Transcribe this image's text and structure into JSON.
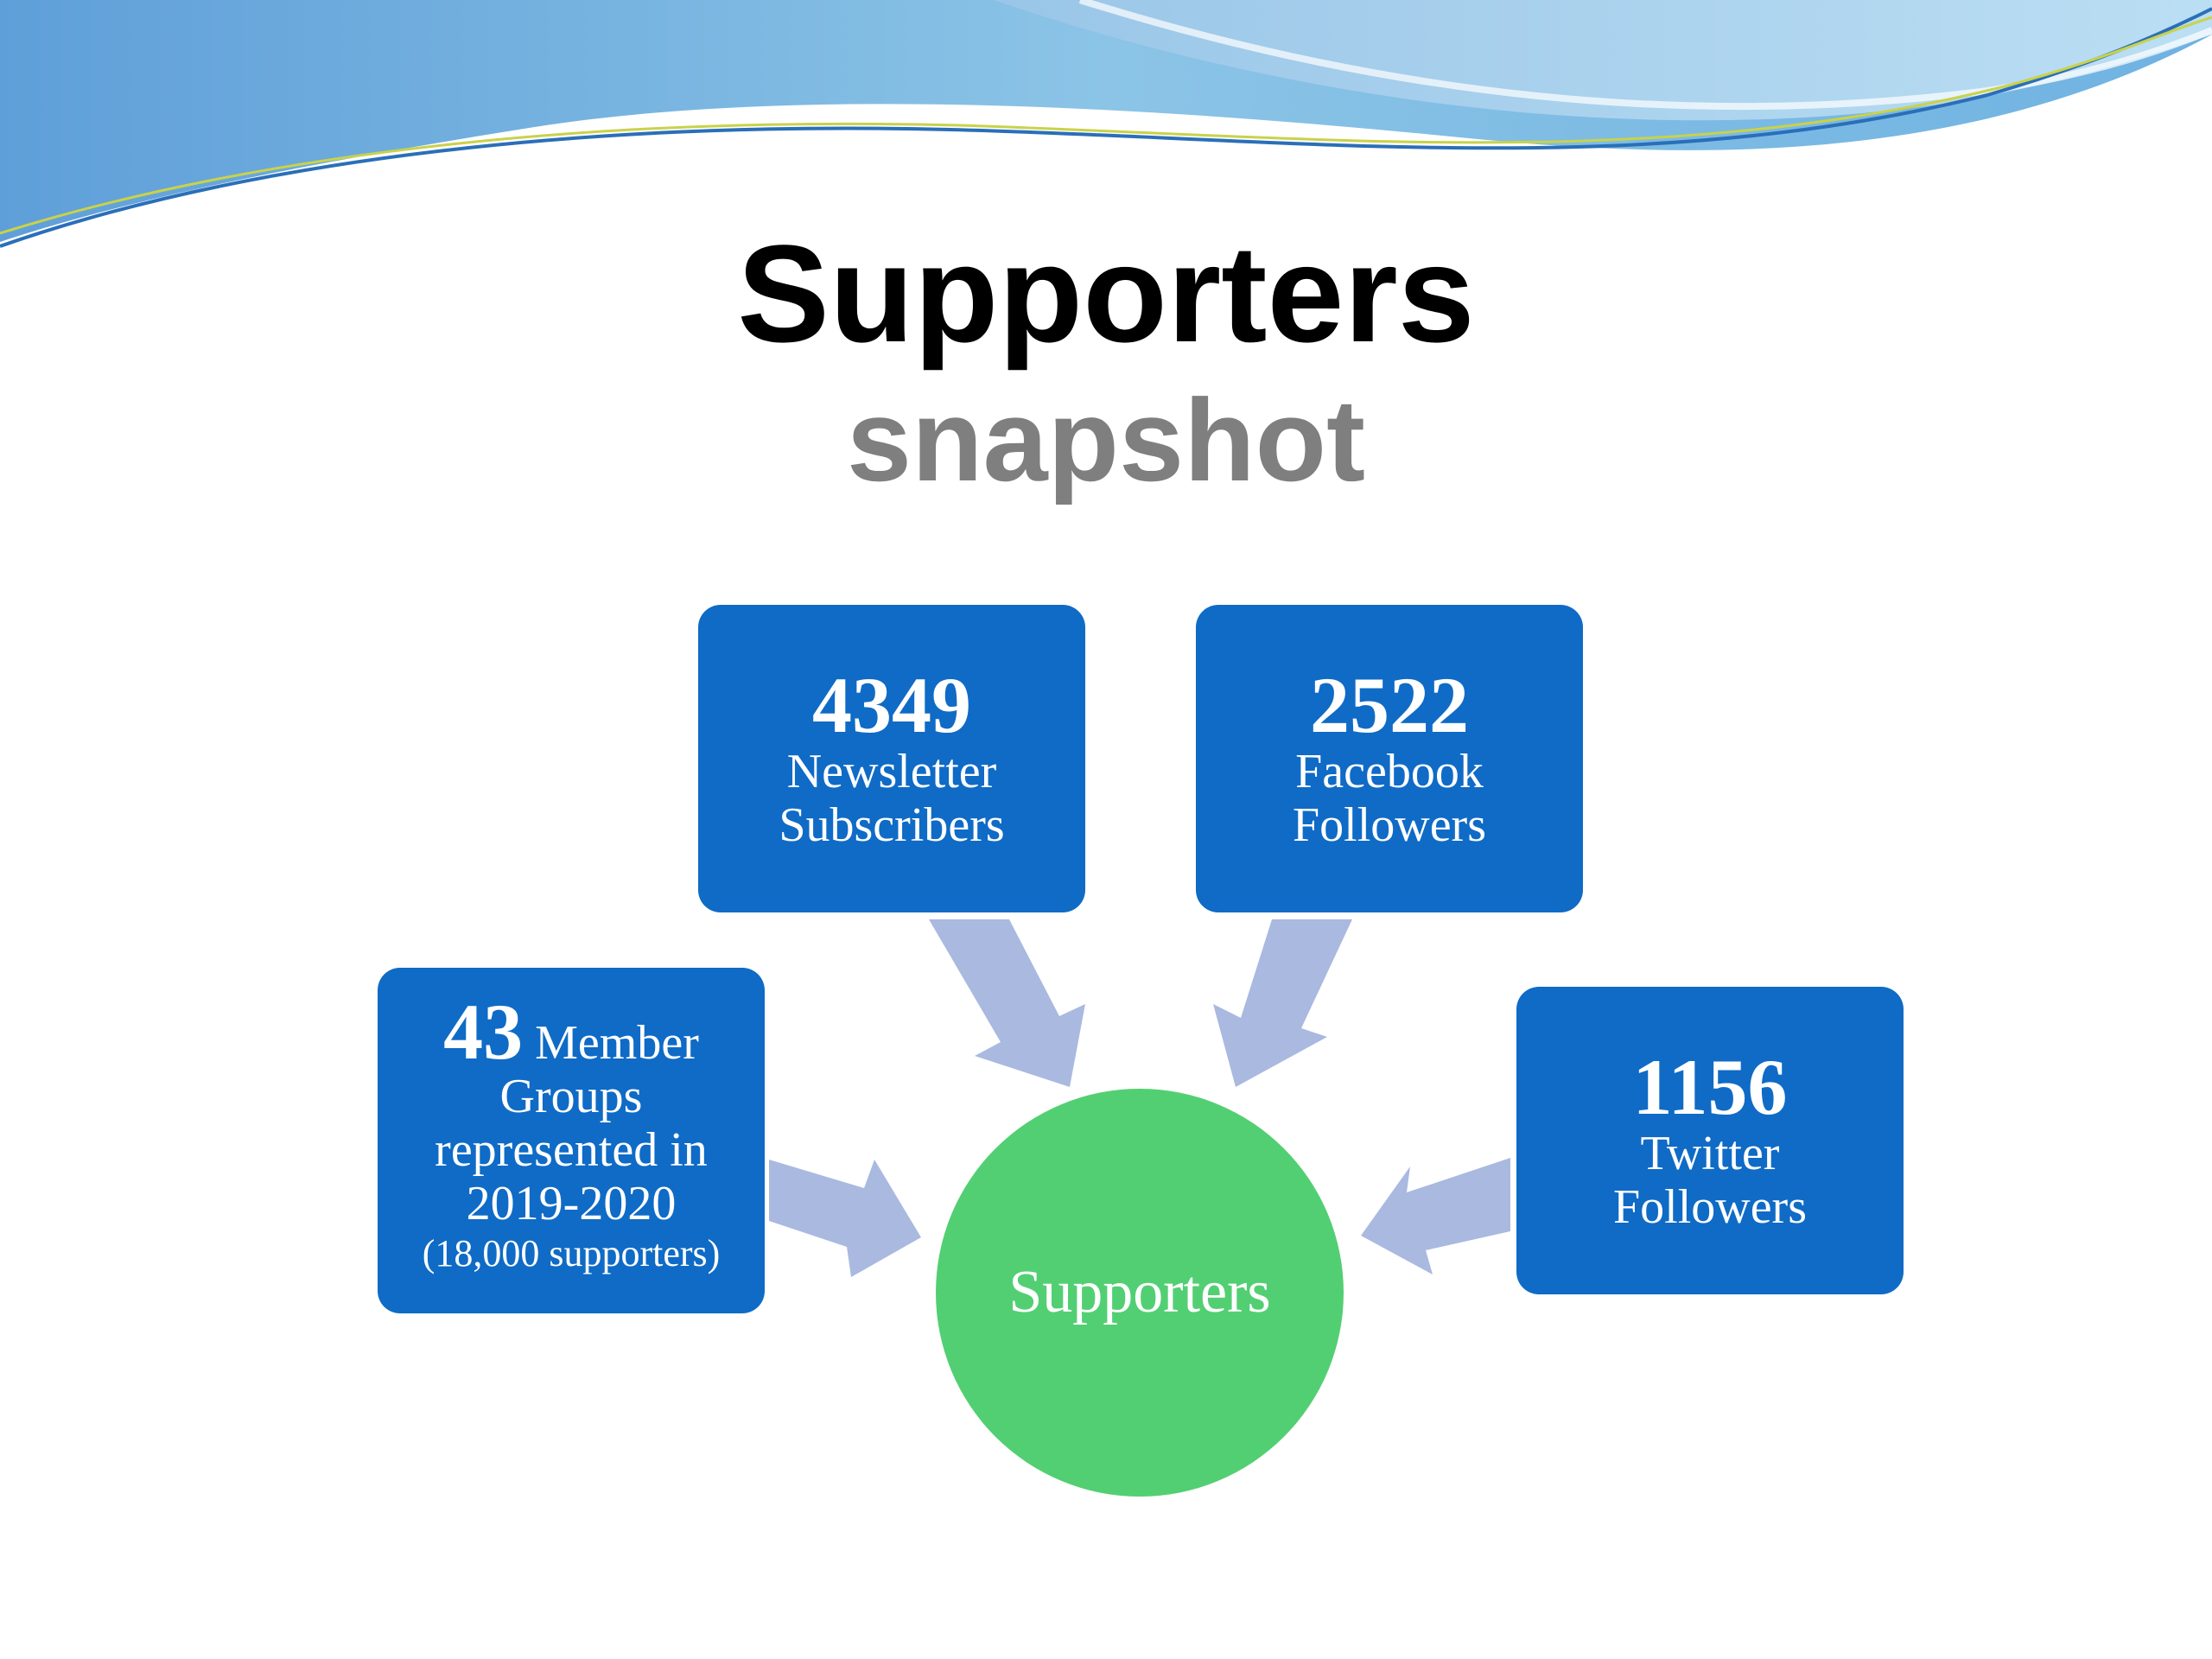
{
  "title": "Supporters",
  "subtitle": "snapshot",
  "colors": {
    "box": "#0f6bc6",
    "arrow": "#a9b9e0",
    "center": "#53cf73",
    "wave_light": "#a9d7f0",
    "wave_dark": "#4b92d4"
  },
  "center": {
    "label": "Supporters"
  },
  "nodes": {
    "newsletter": {
      "count": "4349",
      "line1": "Newsletter",
      "line2": "Subscribers"
    },
    "facebook": {
      "count": "2522",
      "line1": "Facebook",
      "line2": "Followers"
    },
    "twitter": {
      "count": "1156",
      "line1": "Twitter",
      "line2": "Followers"
    },
    "member": {
      "count": "43",
      "line1_suffix": "Member",
      "line2": "Groups",
      "line3": "represented in",
      "line4": "2019-2020",
      "note": "(18,000 supporters)"
    }
  }
}
